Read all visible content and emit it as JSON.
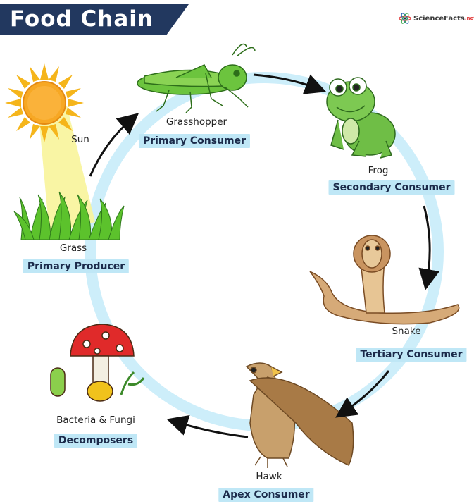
{
  "title": "Food Chain",
  "logo": {
    "text": "ScienceFacts",
    "suffix": ".net"
  },
  "nodes": [
    {
      "id": "sun",
      "name": "Sun",
      "role": ""
    },
    {
      "id": "grass",
      "name": "Grass",
      "role": "Primary Producer"
    },
    {
      "id": "grasshopper",
      "name": "Grasshopper",
      "role": "Primary Consumer"
    },
    {
      "id": "frog",
      "name": "Frog",
      "role": "Secondary Consumer"
    },
    {
      "id": "snake",
      "name": "Snake",
      "role": "Tertiary Consumer"
    },
    {
      "id": "hawk",
      "name": "Hawk",
      "role": "Apex Consumer"
    },
    {
      "id": "decomposers",
      "name": "Bacteria & Fungi",
      "role": "Decomposers"
    }
  ],
  "colors": {
    "ring": "#cdeefa",
    "label_bg": "#bfe7f6",
    "banner": "#22385f"
  }
}
